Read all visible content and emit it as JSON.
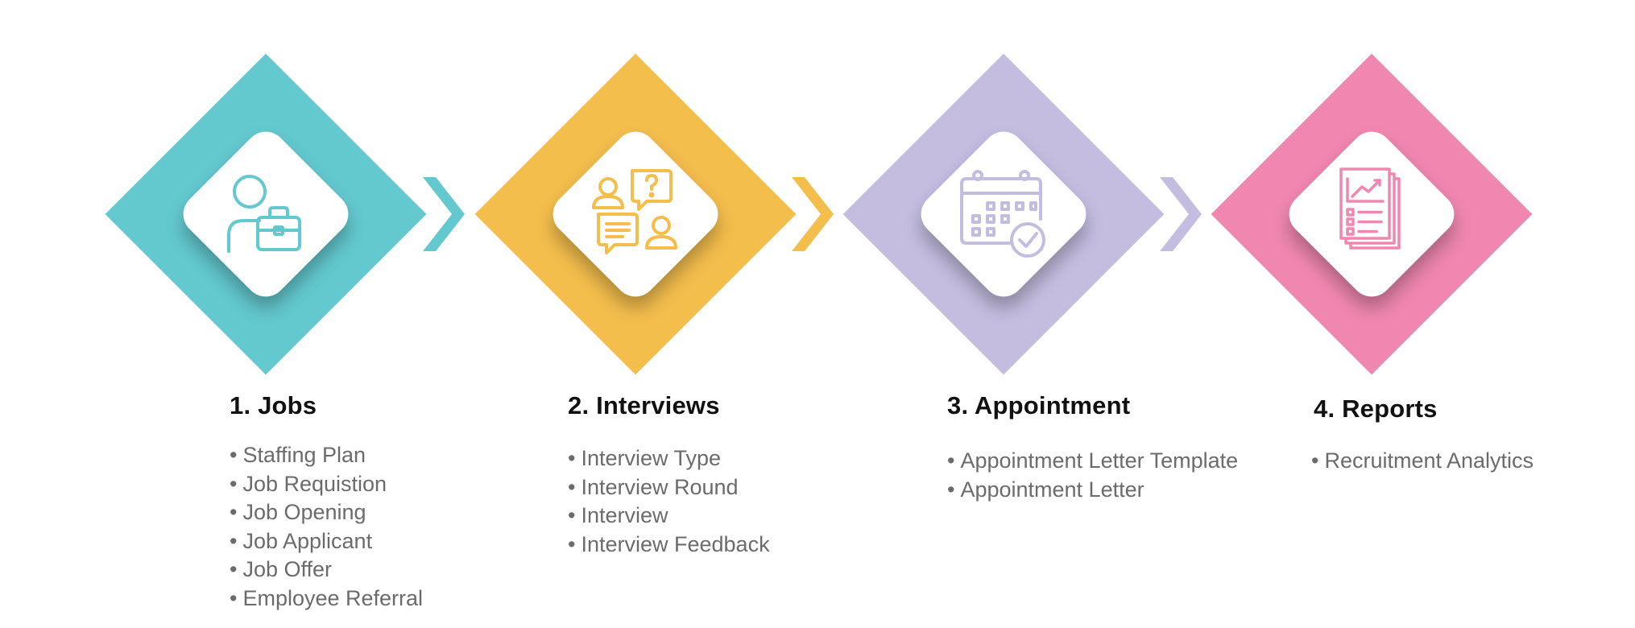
{
  "colors": {
    "teal": "#63c9cf",
    "yellow": "#f4be4d",
    "lavender": "#c4bde0",
    "pink": "#f087b0",
    "text_title": "#111111",
    "text_item": "#6b6b6b"
  },
  "steps": [
    {
      "title": "1.  Jobs",
      "icon": "person-briefcase-icon",
      "items": [
        "Staffing Plan",
        "Job Requistion",
        "Job Opening",
        "Job Applicant",
        "Job Offer",
        "Employee Referral"
      ]
    },
    {
      "title": "2. Interviews",
      "icon": "interview-chat-icon",
      "items": [
        "Interview Type",
        "Interview Round",
        "Interview",
        "Interview Feedback"
      ]
    },
    {
      "title": "3. Appointment",
      "icon": "calendar-check-icon",
      "items": [
        "Appointment Letter Template",
        "Appointment Letter"
      ]
    },
    {
      "title": "4. Reports",
      "icon": "report-chart-icon",
      "items": [
        "Recruitment Analytics"
      ]
    }
  ],
  "bullet": "•"
}
